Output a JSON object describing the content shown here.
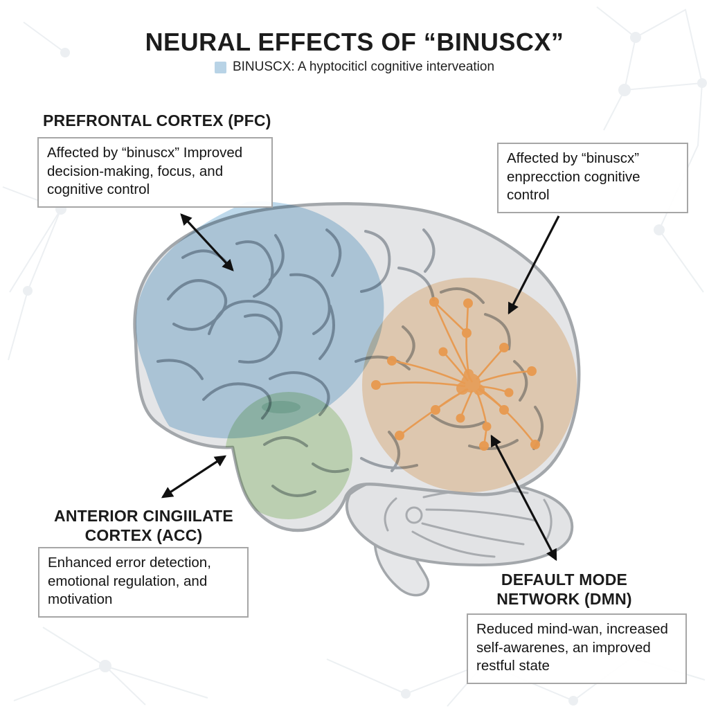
{
  "title": "NEURAL EFFECTS OF “BINUSCX”",
  "legend": {
    "text": "BINUSCX: A hyptociticl cognitive interveation",
    "swatch_color": "#b8d3e6"
  },
  "regions": {
    "pfc": {
      "heading": "PREFRONTAL CORTEX (PFC)",
      "description": "Affected by “binuscx” Improved decision-making, focus, and cognitive control"
    },
    "annotation_right": {
      "description": "Affected by “binuscx” enprecction cognitive control"
    },
    "acc": {
      "heading_line1": "ANTERIOR CINGIILATE",
      "heading_line2": "CORTEX (ACC)",
      "description": "Enhanced error detection, emotional regulation, and motivation"
    },
    "dmn": {
      "heading_line1": "DEFAULT MODE",
      "heading_line2": "NETWORK (DMN)",
      "description": "Reduced mind-wan, increased self-awarenes, an improved restful state"
    }
  },
  "colors": {
    "pfc_overlay": "#aed0e6",
    "acc_overlay": "#c9e3ba",
    "dmn_overlay": "#f7d9b8",
    "dmn_network": "#e8994f",
    "brain_fill": "#e4e5e7",
    "brain_outline": "#a3a7ab",
    "gyri_line": "#989ea5",
    "arrow": "#111111"
  }
}
